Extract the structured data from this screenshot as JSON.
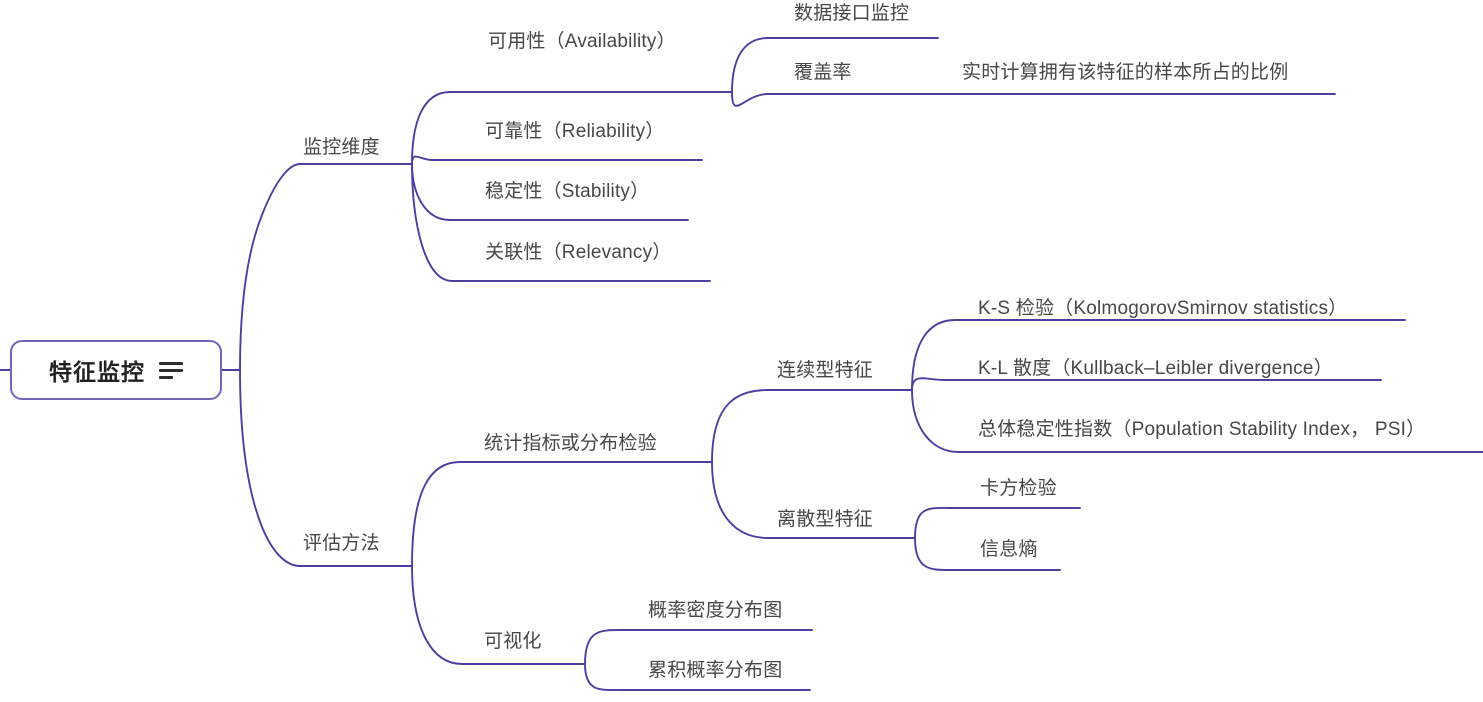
{
  "diagram": {
    "type": "mind-map",
    "line_color": "#4b3fa0",
    "root_border_color": "#6f66bb",
    "text_color": "#474747",
    "background": "#ffffff"
  },
  "root": {
    "label": "特征监控",
    "icon": "list-icon"
  },
  "branches": {
    "monitoring_dimension": {
      "label": "监控维度",
      "children": {
        "availability": {
          "label": "可用性（Availability）",
          "children": [
            {
              "label": "数据接口监控"
            },
            {
              "label": "覆盖率",
              "note": "实时计算拥有该特征的样本所占的比例"
            }
          ]
        },
        "reliability": {
          "label": "可靠性（Reliability）"
        },
        "stability": {
          "label": "稳定性（Stability）"
        },
        "relevancy": {
          "label": "关联性（Relevancy）"
        }
      }
    },
    "evaluation_method": {
      "label": "评估方法",
      "children": {
        "statistics": {
          "label": "统计指标或分布检验",
          "children": {
            "continuous": {
              "label": "连续型特征",
              "items": [
                {
                  "label": "K-S 检验（KolmogorovSmirnov statistics）"
                },
                {
                  "label": "K-L 散度（Kullback–Leibler divergence）"
                },
                {
                  "label": "总体稳定性指数（Population Stability Index， PSI）"
                }
              ]
            },
            "discrete": {
              "label": "离散型特征",
              "items": [
                {
                  "label": "卡方检验"
                },
                {
                  "label": "信息熵"
                }
              ]
            }
          }
        },
        "visualization": {
          "label": "可视化",
          "items": [
            {
              "label": "概率密度分布图"
            },
            {
              "label": "累积概率分布图"
            }
          ]
        }
      }
    }
  }
}
